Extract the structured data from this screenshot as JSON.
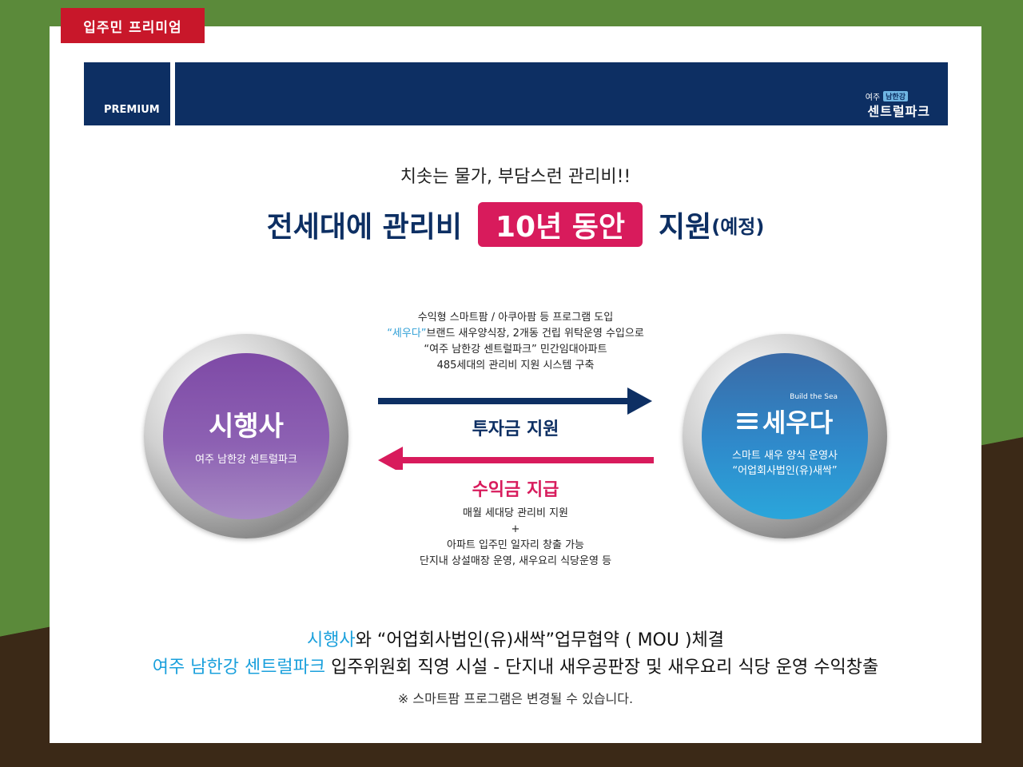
{
  "tag": {
    "label": "입주민 프리미엄"
  },
  "banner": {
    "left_label": "PREMIUM",
    "logo_prefix": "여주",
    "logo_pill": "남한강",
    "logo_main": "센트럴파크"
  },
  "subtitle": "치솟는 물가, 부담스런 관리비!!",
  "headline": {
    "part1": "전세대에 관리비",
    "highlight": "10년 동안",
    "part2": "지원",
    "small": "(예정)"
  },
  "left_circle": {
    "title": "시행사",
    "subtitle": "여주 남한강 센트럴파크"
  },
  "right_circle": {
    "tagline": "Build the Sea",
    "brand": "세우다",
    "line1": "스마트 새우 양식 운영사",
    "line2": "“어업회사법인(유)새싹”"
  },
  "desc_top": {
    "line1": "수익형 스마트팜 / 아쿠아팜 등 프로그램 도입",
    "line2_accent": "“세우다”",
    "line2_rest": "브랜드 새우양식장, 2개동 건립 위탁운영 수입으로",
    "line3": "“여주 남한강 센트럴파크” 민간임대아파트",
    "line4": "485세대의 관리비 지원 시스템 구축"
  },
  "invest_label": "투자금 지원",
  "profit_label": "수익금 지급",
  "desc_bottom": {
    "line1": "매월 세대당 관리비 지원",
    "line2": "+",
    "line3": "아파트 입주민 일자리 창출 가능",
    "line4": "단지내 상설매장 운영, 새우요리 식당운영 등"
  },
  "bottom": {
    "line1_accent": "시행사",
    "line1_rest": "와 “어업회사법인(유)새싹”업무협약 ( MOU )체결",
    "line2_accent": "여주 남한강 센트럴파크",
    "line2_rest": " 입주위원회 직영 시설 - 단지내 새우공판장 및 새우요리 식당 운영 수익창출"
  },
  "note": "※ 스마트팜 프로그램은 변경될 수 있습니다.",
  "colors": {
    "navy": "#0d2f63",
    "pink": "#d81b5c",
    "blue": "#1aa0dc",
    "purple": "#8d61b3",
    "red_tag": "#c8172a"
  }
}
